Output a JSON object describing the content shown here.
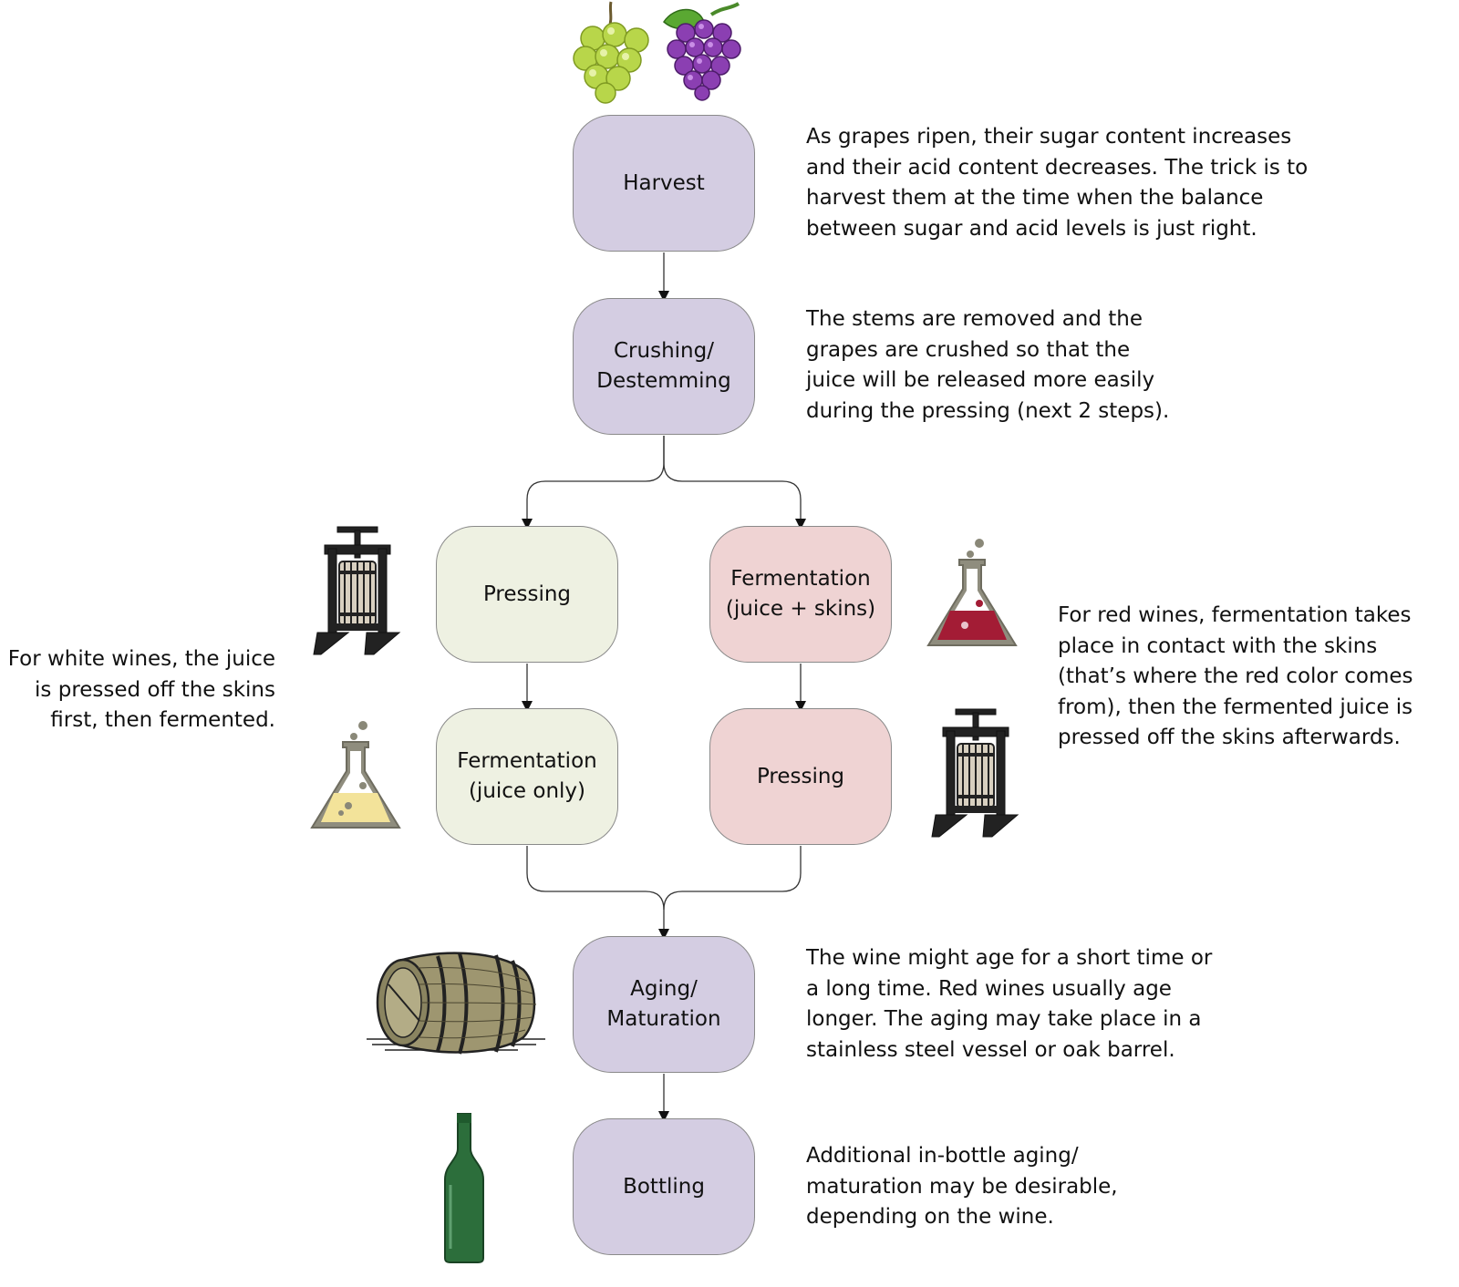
{
  "steps": {
    "harvest": "Harvest",
    "crushing": "Crushing/\nDestemming",
    "white_pressing": "Pressing",
    "white_fermentation": "Fermentation\n(juice only)",
    "red_fermentation": "Fermentation\n(juice + skins)",
    "red_pressing": "Pressing",
    "aging": "Aging/\nMaturation",
    "bottling": "Bottling"
  },
  "descriptions": {
    "harvest": "As grapes ripen, their sugar content increases\nand their acid content decreases.  The trick is to\nharvest them at the time when the balance\nbetween sugar and acid levels is just right.",
    "crushing": "The stems are removed and the\ngrapes are crushed so that the\njuice will be released more easily\nduring the pressing (next 2 steps).",
    "white": "For white wines, the juice\nis pressed off the skins\nfirst, then fermented.",
    "red": "For red wines, fermentation takes\nplace in contact with the skins\n(that’s where the red color comes\nfrom), then the fermented juice is\npressed off the skins afterwards.",
    "aging": "The wine might age for a short time or\na long time.  Red wines usually age\nlonger.  The aging may take place in a\nstainless steel vessel or oak barrel.",
    "bottling": "Additional in-bottle aging/\nmaturation may be desirable,\ndepending on the wine."
  },
  "colors": {
    "main_step": "#d4cde2",
    "white_wine_step": "#eef1e2",
    "red_wine_step": "#efd3d3",
    "red_wine_liquid": "#a31c35",
    "white_wine_liquid": "#f3e39a",
    "bottle": "#2c6e3b"
  },
  "icons": [
    "green-grapes-icon",
    "purple-grapes-icon",
    "wine-press-icon",
    "flask-icon",
    "barrel-icon",
    "wine-bottle-icon"
  ]
}
